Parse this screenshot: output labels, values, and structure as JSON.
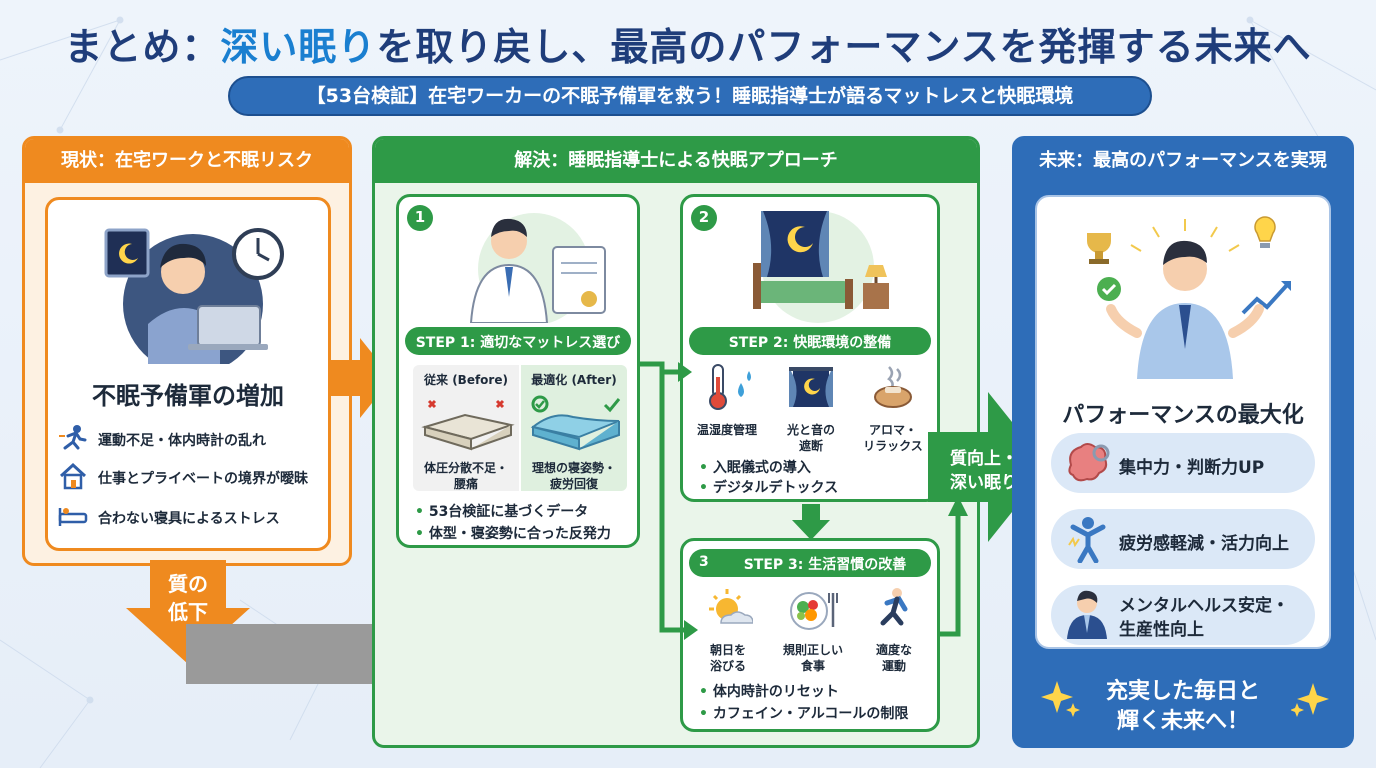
{
  "title": {
    "prefix": "まとめ：",
    "highlight": "深い眠り",
    "suffix": "を取り戻し、最高のパフォーマンスを発揮する未来へ"
  },
  "subtitle": "【53台検証】在宅ワーカーの不眠予備軍を救う！睡眠指導士が語るマットレスと快眠環境",
  "current": {
    "header": "現状：在宅ワークと不眠リスク",
    "heading": "不眠予備軍の増加",
    "items": [
      {
        "icon": "running-person-icon",
        "label": "運動不足・体内時計の乱れ"
      },
      {
        "icon": "house-icon",
        "label": "仕事とプライベートの境界が曖昧"
      },
      {
        "icon": "bed-icon",
        "label": "合わない寝具によるストレス"
      }
    ],
    "decline_label_1": "質の",
    "decline_label_2": "低下",
    "question_mark": "?"
  },
  "solution": {
    "header": "解決：睡眠指導士による快眠アプローチ",
    "step1": {
      "number": "1",
      "title": "STEP 1: 適切なマットレス選び",
      "before_label": "従来 (Before)",
      "after_label": "最適化 (After)",
      "before_caption_1": "体圧分散不足・",
      "before_caption_2": "腰痛",
      "after_caption_1": "理想の寝姿勢・",
      "after_caption_2": "疲労回復",
      "bullets": [
        "53台検証に基づくデータ",
        "体型・寝姿勢に合った反発力"
      ]
    },
    "step2": {
      "number": "2",
      "title": "STEP 2: 快眠環境の整備",
      "icons": [
        {
          "icon": "thermometer-icon",
          "label_1": "温湿度管理",
          "label_2": ""
        },
        {
          "icon": "curtain-icon",
          "label_1": "光と音の",
          "label_2": "遮断"
        },
        {
          "icon": "aroma-diffuser-icon",
          "label_1": "アロマ・",
          "label_2": "リラックス"
        }
      ],
      "bullets": [
        "入眠儀式の導入",
        "デジタルデトックス"
      ]
    },
    "step3": {
      "number": "3",
      "title": "STEP 3: 生活習慣の改善",
      "icons": [
        {
          "icon": "sunrise-icon",
          "label_1": "朝日を",
          "label_2": "浴びる"
        },
        {
          "icon": "meal-icon",
          "label_1": "規則正しい",
          "label_2": "食事"
        },
        {
          "icon": "exercise-icon",
          "label_1": "適度な",
          "label_2": "運動"
        }
      ],
      "bullets": [
        "体内時計のリセット",
        "カフェイン・アルコールの制限"
      ]
    },
    "result_label_1": "質向上・",
    "result_label_2": "深い眠り"
  },
  "future": {
    "header": "未来：最高のパフォーマンスを実現",
    "heading": "パフォーマンスの最大化",
    "items": [
      {
        "icon": "brain-icon",
        "label_1": "集中力・判断力UP",
        "label_2": ""
      },
      {
        "icon": "energetic-person-icon",
        "label_1": "疲労感軽減・活力向上",
        "label_2": ""
      },
      {
        "icon": "businessman-icon",
        "label_1": "メンタルヘルス安定・",
        "label_2": "生産性向上"
      }
    ],
    "closing_1": "充実した毎日と",
    "closing_2": "輝く未来へ！"
  },
  "colors": {
    "orange": "#ef8a1f",
    "green": "#2e9a47",
    "blue": "#2e6db8",
    "navy": "#1f3d7a"
  }
}
